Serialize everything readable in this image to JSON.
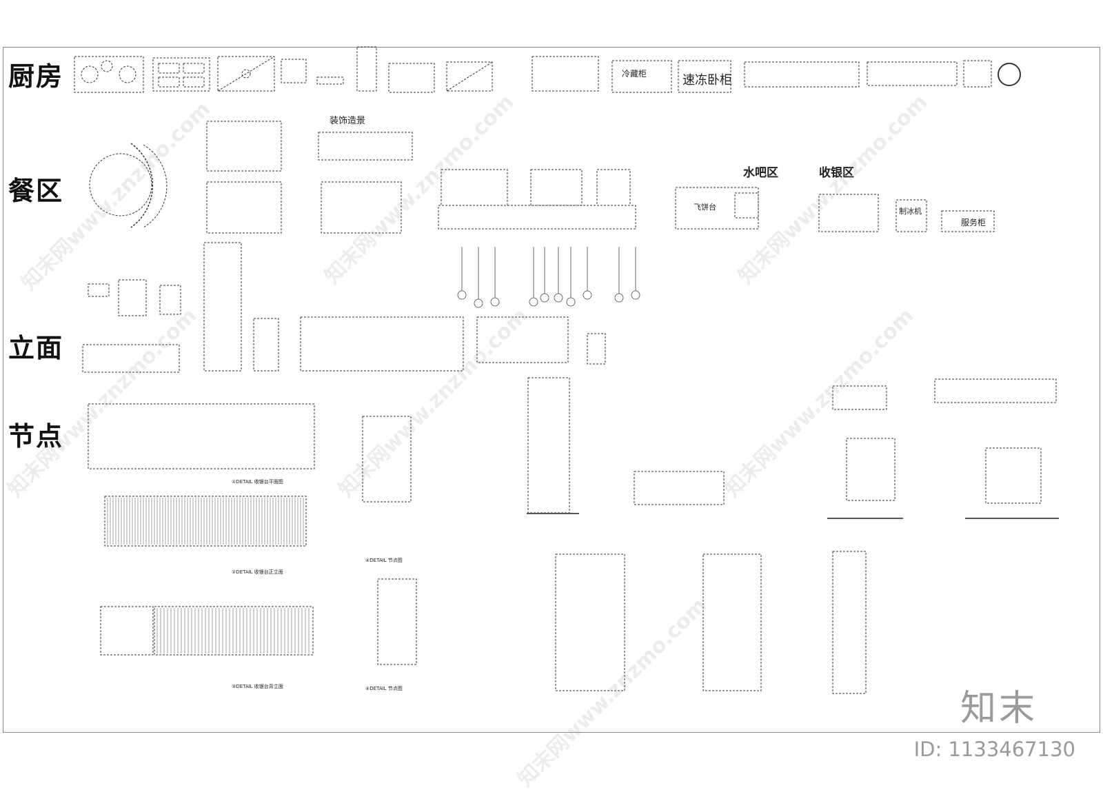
{
  "sections": {
    "kitchen": "厨房",
    "dining": "餐区",
    "elevation": "立面",
    "detail": "节点"
  },
  "kitchen_labels": {
    "cold_cabinet": "冷藏柜",
    "freezer": "速冻卧柜"
  },
  "dining_labels": {
    "decor_scene": "装饰造景",
    "water_bar": "水吧区",
    "cashier": "收银区",
    "flying_cake": "飞饼台",
    "ice_maker": "制冰机",
    "service_cabinet": "服务柜"
  },
  "detail_captions": {
    "c1": "①DETAIL  收银台平面图",
    "c2": "②DETAIL  收银台正立面",
    "c3": "③DETAIL  收银台背立面",
    "c4a": "④DETAIL  节点图",
    "c4b": "④DETAIL  节点图"
  },
  "watermark": "知末网www.znzmo.com",
  "brand": "知末",
  "image_id": "ID: 1133467130"
}
